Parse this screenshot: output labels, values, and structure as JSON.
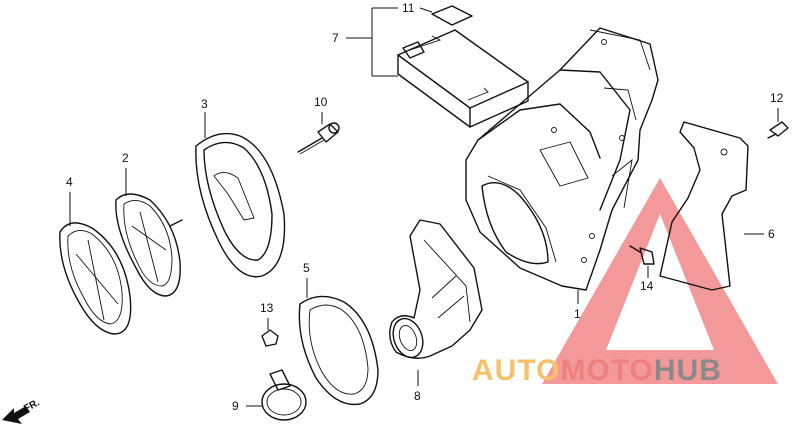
{
  "parts": [
    {
      "id": "p1",
      "number": "1"
    },
    {
      "id": "p2",
      "number": "2"
    },
    {
      "id": "p3",
      "number": "3"
    },
    {
      "id": "p4",
      "number": "4"
    },
    {
      "id": "p5",
      "number": "5"
    },
    {
      "id": "p6",
      "number": "6"
    },
    {
      "id": "p7",
      "number": "7"
    },
    {
      "id": "p8",
      "number": "8"
    },
    {
      "id": "p9",
      "number": "9"
    },
    {
      "id": "p10",
      "number": "10"
    },
    {
      "id": "p11",
      "number": "11"
    },
    {
      "id": "p12",
      "number": "12"
    },
    {
      "id": "p13",
      "number": "13"
    },
    {
      "id": "p14",
      "number": "14"
    }
  ],
  "direction_label": "FR.",
  "watermark": {
    "text_part1": "AUTO",
    "text_part2": "MOTO",
    "text_part3": "HUB",
    "colors": {
      "triangle": "#f08080",
      "auto": "#f5c26b",
      "moto": "#f08080",
      "hub": "#8a8a8a"
    }
  }
}
